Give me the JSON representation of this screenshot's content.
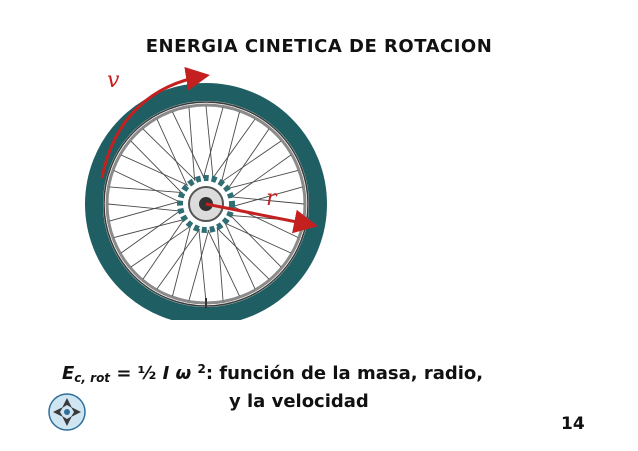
{
  "slide": {
    "title": "ENERGIA CINETICA DE ROTACION",
    "page_number": "14"
  },
  "diagram": {
    "velocity_label": "v",
    "radius_label": "r"
  },
  "formula": {
    "e_symbol": "E",
    "e_subscript": "c, rot",
    "equals_half": " = ½ ",
    "inertia_symbol": "I",
    "omega_symbol": " ω ",
    "exponent": "2",
    "description": ": función de la masa, radio,",
    "line2": "y la velocidad"
  },
  "colors": {
    "tire": "#1f5f63",
    "rim": "#6e6e6e",
    "arrow": "#c42020",
    "hub": "#2f6e73"
  },
  "icons": {
    "logo": "university-logo"
  }
}
